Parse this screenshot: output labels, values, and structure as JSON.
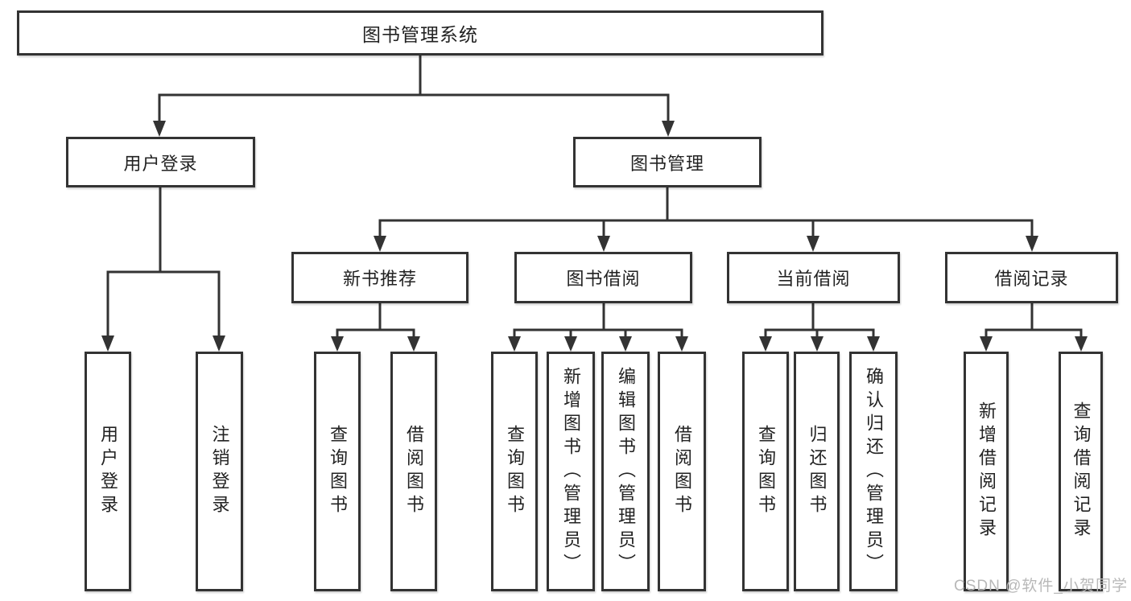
{
  "tree": {
    "root": {
      "label": "图书管理系统"
    },
    "branches": [
      {
        "label": "用户登录",
        "children": [
          {
            "label": "用户登录"
          },
          {
            "label": "注销登录"
          }
        ]
      },
      {
        "label": "图书管理",
        "children": [
          {
            "label": "新书推荐",
            "children": [
              {
                "label": "查询图书"
              },
              {
                "label": "借阅图书"
              }
            ]
          },
          {
            "label": "图书借阅",
            "children": [
              {
                "label": "查询图书"
              },
              {
                "label": "新增图书（管理员）"
              },
              {
                "label": "编辑图书（管理员）"
              },
              {
                "label": "借阅图书"
              }
            ]
          },
          {
            "label": "当前借阅",
            "children": [
              {
                "label": "查询图书"
              },
              {
                "label": "归还图书"
              },
              {
                "label": "确认归还（管理员）"
              }
            ]
          },
          {
            "label": "借阅记录",
            "children": [
              {
                "label": "新增借阅记录"
              },
              {
                "label": "查询借阅记录"
              }
            ]
          }
        ]
      }
    ]
  },
  "watermark": {
    "text": "CSDN @软件_小贺同学"
  },
  "colors": {
    "line": "#333333",
    "box_border": "#333333",
    "text": "#222222",
    "background": "#ffffff",
    "watermark": "#b8b8b8"
  }
}
